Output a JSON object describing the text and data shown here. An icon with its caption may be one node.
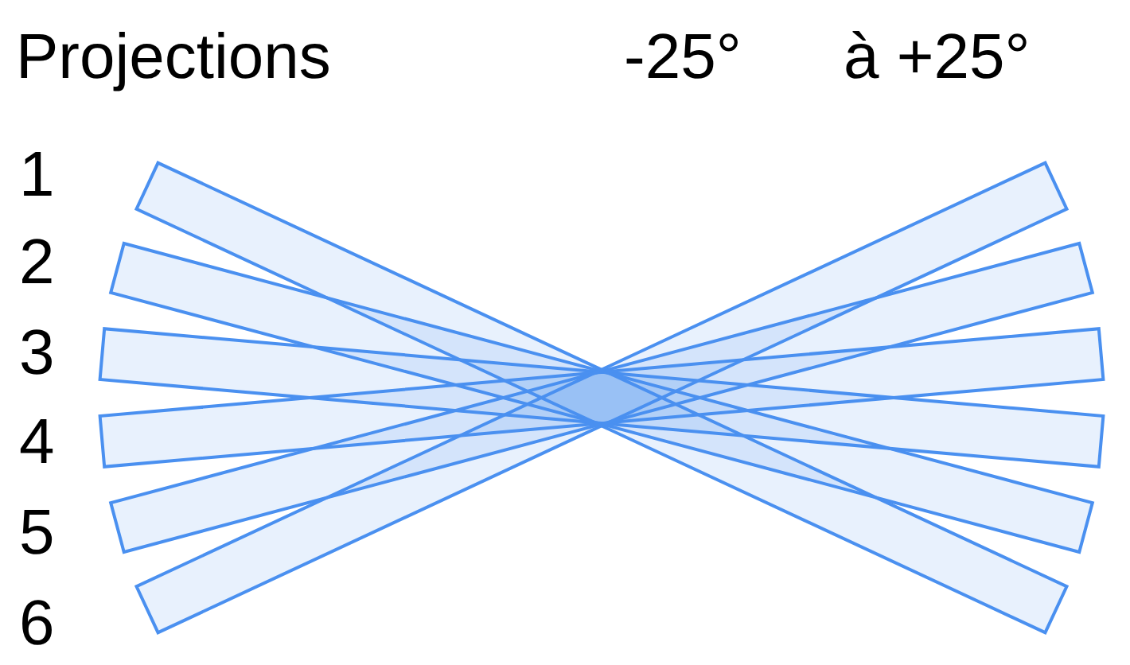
{
  "diagram": {
    "title": "Projections",
    "labels": [
      "-25°",
      "à +25°",
      "1",
      "2",
      "3",
      "4",
      "5",
      "6"
    ]
  }
}
